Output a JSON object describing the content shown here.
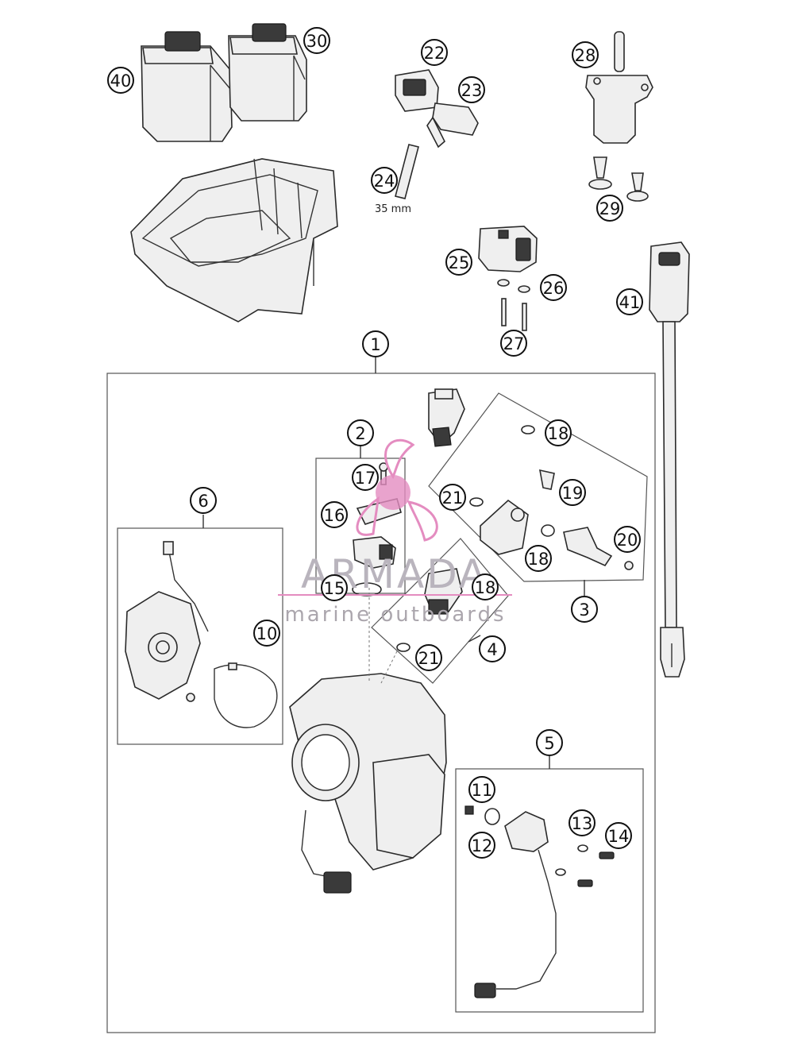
{
  "callouts": {
    "c1": "1",
    "c2": "2",
    "c3": "3",
    "c4": "4",
    "c5": "5",
    "c6": "6",
    "c10": "10",
    "c11": "11",
    "c12": "12",
    "c13": "13",
    "c14": "14",
    "c15": "15",
    "c16": "16",
    "c17": "17",
    "c18a": "18",
    "c18b": "18",
    "c18c": "18",
    "c19": "19",
    "c20": "20",
    "c21a": "21",
    "c21b": "21",
    "c22": "22",
    "c23": "23",
    "c24": "24",
    "c25": "25",
    "c26": "26",
    "c27": "27",
    "c28": "28",
    "c29": "29",
    "c30": "30",
    "c40": "40",
    "c41": "41"
  },
  "dimension_label": "35 mm",
  "watermark": {
    "title": "ARMADA",
    "subtitle": "marine outboards",
    "logo_color": "#e48cc0"
  }
}
